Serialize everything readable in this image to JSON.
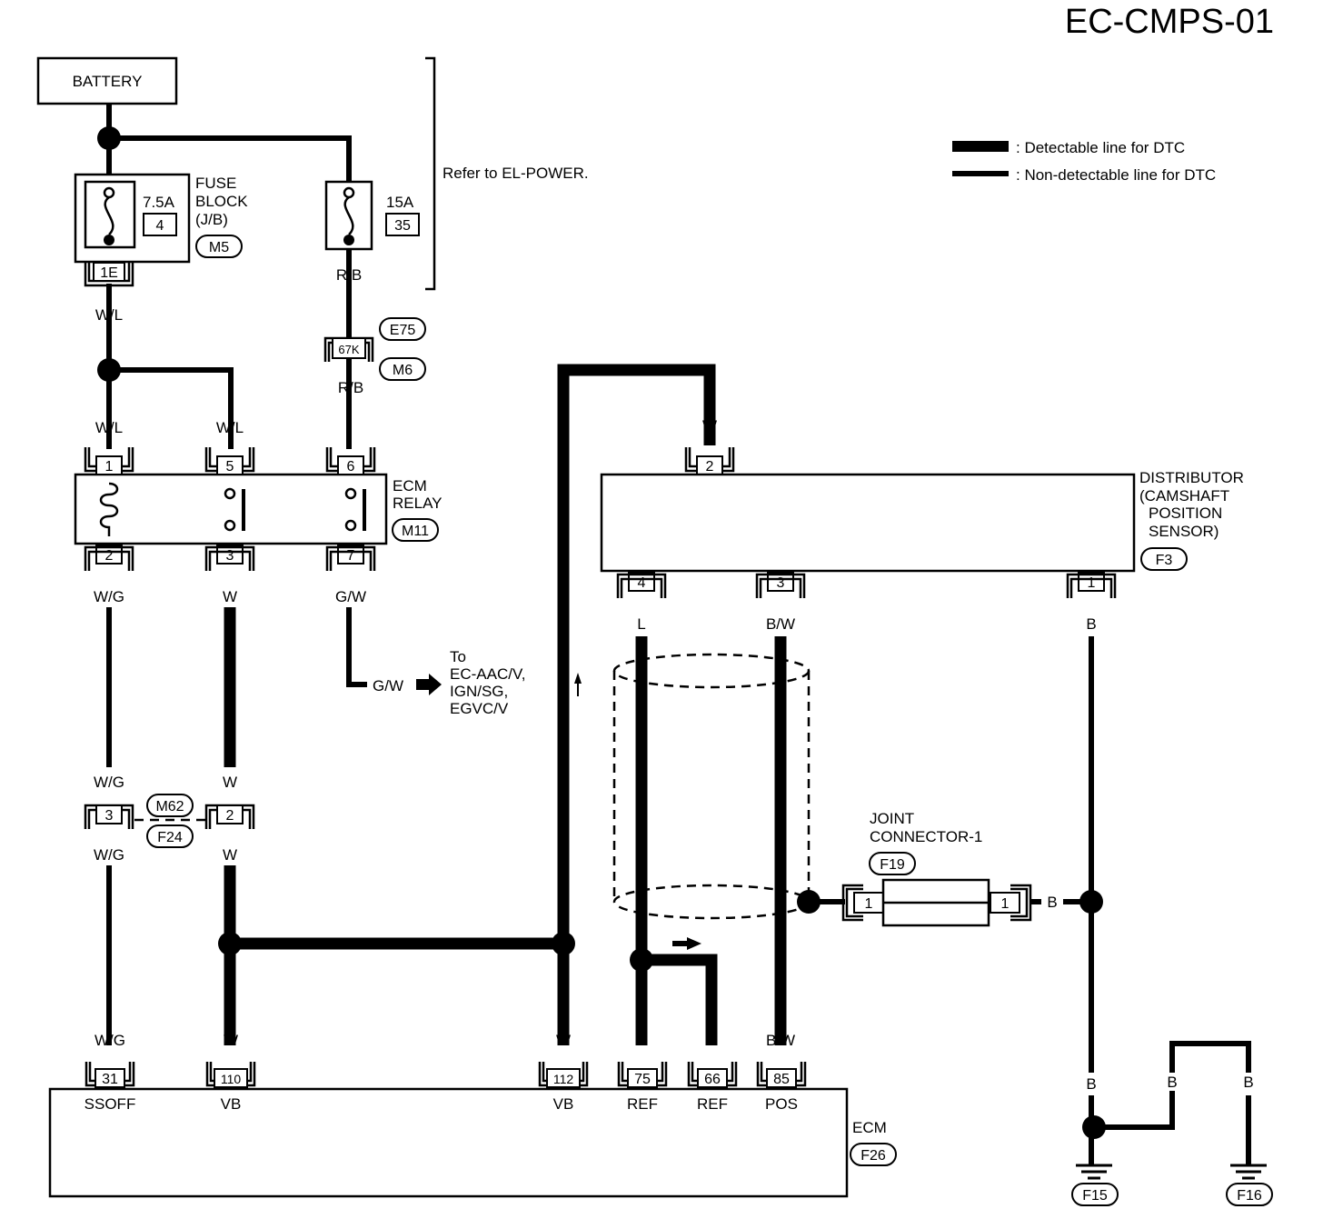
{
  "title": "EC-CMPS-01",
  "legend": {
    "detectable": ": Detectable line for DTC",
    "non_detectable": ": Non-detectable line for DTC"
  },
  "battery": "BATTERY",
  "refer_power": "Refer to EL-POWER.",
  "fuse_block": {
    "name_1": "FUSE",
    "name_2": "BLOCK",
    "name_3": "(J/B)",
    "connector": "M5",
    "fuse1_rating": "7.5A",
    "fuse1_no": "4",
    "fuse1_terminal": "1E",
    "fuse2_rating": "15A",
    "fuse2_no": "35"
  },
  "harness_connectors": {
    "e75": "E75",
    "m6": "M6",
    "k67": "67K",
    "m62": "M62",
    "f24": "F24"
  },
  "ecm_relay": {
    "name_1": "ECM",
    "name_2": "RELAY",
    "connector": "M11",
    "pins": [
      "1",
      "5",
      "6",
      "2",
      "3",
      "7"
    ]
  },
  "to_other": {
    "line1": "To",
    "line2": "EC-AAC/V,",
    "line3": "IGN/SG,",
    "line4": "EGVC/V"
  },
  "distributor": {
    "name_1": "DISTRIBUTOR",
    "name_2": "(CAMSHAFT",
    "name_3": "POSITION",
    "name_4": "SENSOR)",
    "connector": "F3",
    "pins": [
      "2",
      "4",
      "3",
      "1"
    ]
  },
  "joint": {
    "name_1": "JOINT",
    "name_2": "CONNECTOR-1",
    "connector": "F19",
    "pin_left": "1",
    "pin_right": "1"
  },
  "mid_connector_pins": [
    "3",
    "2"
  ],
  "wires": {
    "w_l": "W/L",
    "r_b": "R/B",
    "w_g": "W/G",
    "w": "W",
    "g_w": "G/W",
    "l": "L",
    "b_w": "B/W",
    "b": "B"
  },
  "ecm": {
    "name": "ECM",
    "connector": "F26",
    "pins": [
      "31",
      "110",
      "112",
      "75",
      "66",
      "85"
    ],
    "signals": [
      "SSOFF",
      "VB",
      "VB",
      "REF",
      "REF",
      "POS"
    ]
  },
  "grounds": [
    "F15",
    "F16"
  ]
}
